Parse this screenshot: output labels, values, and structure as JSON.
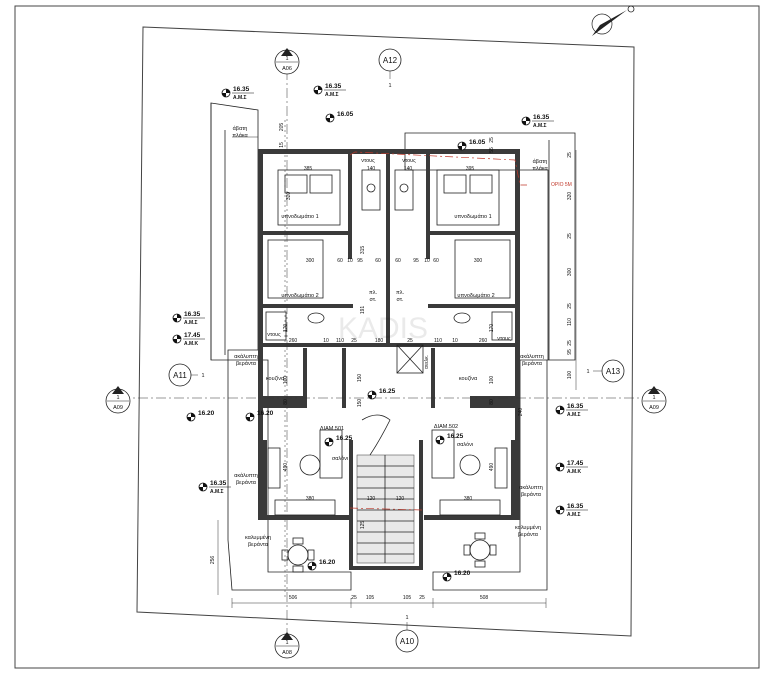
{
  "sections": {
    "top": {
      "num": "1",
      "ref": "A06"
    },
    "bottom": {
      "num": "1",
      "ref": "A08"
    },
    "left": {
      "num": "1",
      "ref": "A09"
    },
    "right": {
      "num": "1",
      "ref": "A09"
    }
  },
  "elevations": {
    "a12": {
      "label": "A12",
      "num": "1"
    },
    "a11": {
      "label": "A11",
      "num": "1"
    },
    "a13": {
      "label": "A13",
      "num": "1"
    },
    "a10": {
      "label": "A10",
      "num": "1"
    }
  },
  "levels": [
    {
      "value": "16.35",
      "sub": "Α.Μ.Σ"
    },
    {
      "value": "16.35",
      "sub": "Α.Μ.Σ"
    },
    {
      "value": "16.05",
      "sub": ""
    },
    {
      "value": "16.35",
      "sub": "Α.Μ.Σ"
    },
    {
      "value": "16.05",
      "sub": ""
    },
    {
      "value": "16.35",
      "sub": "Α.Μ.Σ"
    },
    {
      "value": "17.45",
      "sub": "Α.Μ.Κ"
    },
    {
      "value": "16.25",
      "sub": ""
    },
    {
      "value": "16.20",
      "sub": ""
    },
    {
      "value": "16.20",
      "sub": ""
    },
    {
      "value": "16.25",
      "sub": ""
    },
    {
      "value": "16.25",
      "sub": ""
    },
    {
      "value": "16.35",
      "sub": "Α.Μ.Σ"
    },
    {
      "value": "17.45",
      "sub": "Α.Μ.Κ"
    },
    {
      "value": "16.35",
      "sub": "Α.Μ.Σ"
    },
    {
      "value": "16.35",
      "sub": "Α.Μ.Σ"
    },
    {
      "value": "16.20",
      "sub": ""
    },
    {
      "value": "16.20",
      "sub": ""
    }
  ],
  "rooms": {
    "bed1_left": "υπνοδωμάτιο 1",
    "bed1_right": "υπνοδωμάτιο 1",
    "bed2_left": "υπνοδωμάτιο 2",
    "bed2_right": "υπνοδωμάτιο 2",
    "wc_left": "ντους",
    "wc_right": "ντους",
    "shower_left": "ντους",
    "shower_right": "ντους",
    "kitchen_left": "κουζίνα",
    "kitchen_right": "κουζίνα",
    "living_left": "σαλόνι",
    "living_right": "σαλόνι",
    "apt_left": "ΔΙΑΜ.501",
    "apt_right": "ΔΙΑΜ.502",
    "slab_left_1": "άβατη",
    "slab_left_2": "πλάκα",
    "slab_right_1": "άβατη",
    "slab_right_2": "πλάκα",
    "unc_ver_l1_a": "ακάλυπτη",
    "unc_ver_l1_b": "βεράντα",
    "unc_ver_l2_a": "ακάλυπτη",
    "unc_ver_l2_b": "βεράντα",
    "unc_ver_r1_a": "ακάλυπτη",
    "unc_ver_r1_b": "βεράντα",
    "unc_ver_r2_a": "ακάλυπτη",
    "unc_ver_r2_b": "βεράντα",
    "cov_ver_l_a": "καλυμμένη",
    "cov_ver_l_b": "βεράντα",
    "cov_ver_r_a": "καλυμμένη",
    "cov_ver_r_b": "βεράντα",
    "corr_l_a": "πλ.",
    "corr_l_b": "στ.",
    "corr_r_a": "πλ.",
    "corr_r_b": "στ.",
    "lift": "ανελκ."
  },
  "dims": {
    "d385": "385",
    "d395": "395",
    "d140a": "140",
    "d140b": "140",
    "d320": "320",
    "d300l": "300",
    "d300r": "300",
    "d60a": "60",
    "d10a": "10",
    "d95a": "95",
    "d60b": "60",
    "d60c": "60",
    "d95b": "95",
    "d10b": "10",
    "d60d": "60",
    "d315": "315",
    "d191": "191",
    "d260l": "260",
    "d260r": "260",
    "d10c": "10",
    "d110a": "110",
    "d25a": "25",
    "d180": "180",
    "d25b": "25",
    "d110b": "110",
    "d10d": "10",
    "d170l": "170",
    "d170r": "170",
    "d100l": "100",
    "d100r": "100",
    "d80l": "80",
    "d80r": "80",
    "d150a": "150",
    "d150b": "150",
    "d490l": "490",
    "d490r": "490",
    "d380l": "380",
    "d380r": "380",
    "d120a": "120",
    "d120b": "120",
    "d125": "125",
    "d256": "256",
    "d506": "506",
    "d25c": "25",
    "d105a": "105",
    "d105b": "105",
    "d25d": "25",
    "d508": "508",
    "d205": "205",
    "d15": "15",
    "d25e": "25",
    "d55": "55",
    "r25a": "25",
    "r320": "320",
    "r25b": "25",
    "r300": "300",
    "r25c": "25",
    "r110": "110",
    "r95": "95",
    "r25d": "25",
    "r100": "100",
    "r240": "240",
    "opp": "ΟΡΙΟ 5Μ"
  },
  "watermark": "KADIS",
  "colors": {
    "wall": "#3a3a3a",
    "red_line": "#c0392b",
    "hatch": "#e9e9e9"
  }
}
